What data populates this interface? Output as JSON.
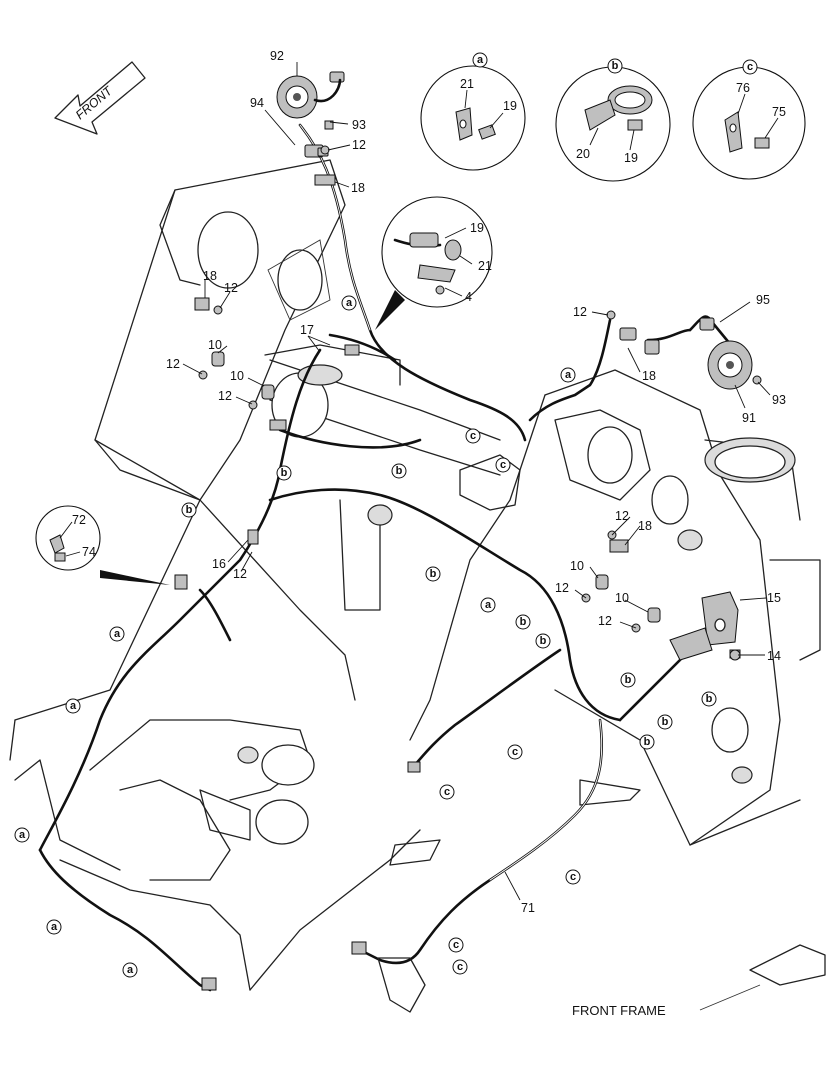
{
  "title": "FRONT FRAME",
  "direction_label": "FRONT",
  "detail_views": [
    {
      "tag": "a",
      "parts": [
        "21",
        "19"
      ]
    },
    {
      "tag": "b",
      "parts": [
        "20",
        "19"
      ]
    },
    {
      "tag": "c",
      "parts": [
        "76",
        "75"
      ]
    }
  ],
  "callout_numbers": [
    "92",
    "94",
    "93",
    "12",
    "18",
    "18",
    "12",
    "10",
    "12",
    "10",
    "12",
    "17",
    "19",
    "21",
    "4",
    "12",
    "95",
    "18",
    "91",
    "93",
    "72",
    "74",
    "16",
    "12",
    "12",
    "18",
    "10",
    "12",
    "10",
    "12",
    "15",
    "14",
    "71"
  ],
  "clip_tags": [
    "a",
    "a",
    "a",
    "a",
    "a",
    "a",
    "a",
    "a",
    "b",
    "b",
    "b",
    "b",
    "b",
    "b",
    "b",
    "b",
    "b",
    "b",
    "c",
    "c",
    "c",
    "c",
    "c",
    "c",
    "c"
  ],
  "colors": {
    "line": "#111111",
    "background": "#ffffff",
    "part_fill": "#bfbfbf"
  }
}
